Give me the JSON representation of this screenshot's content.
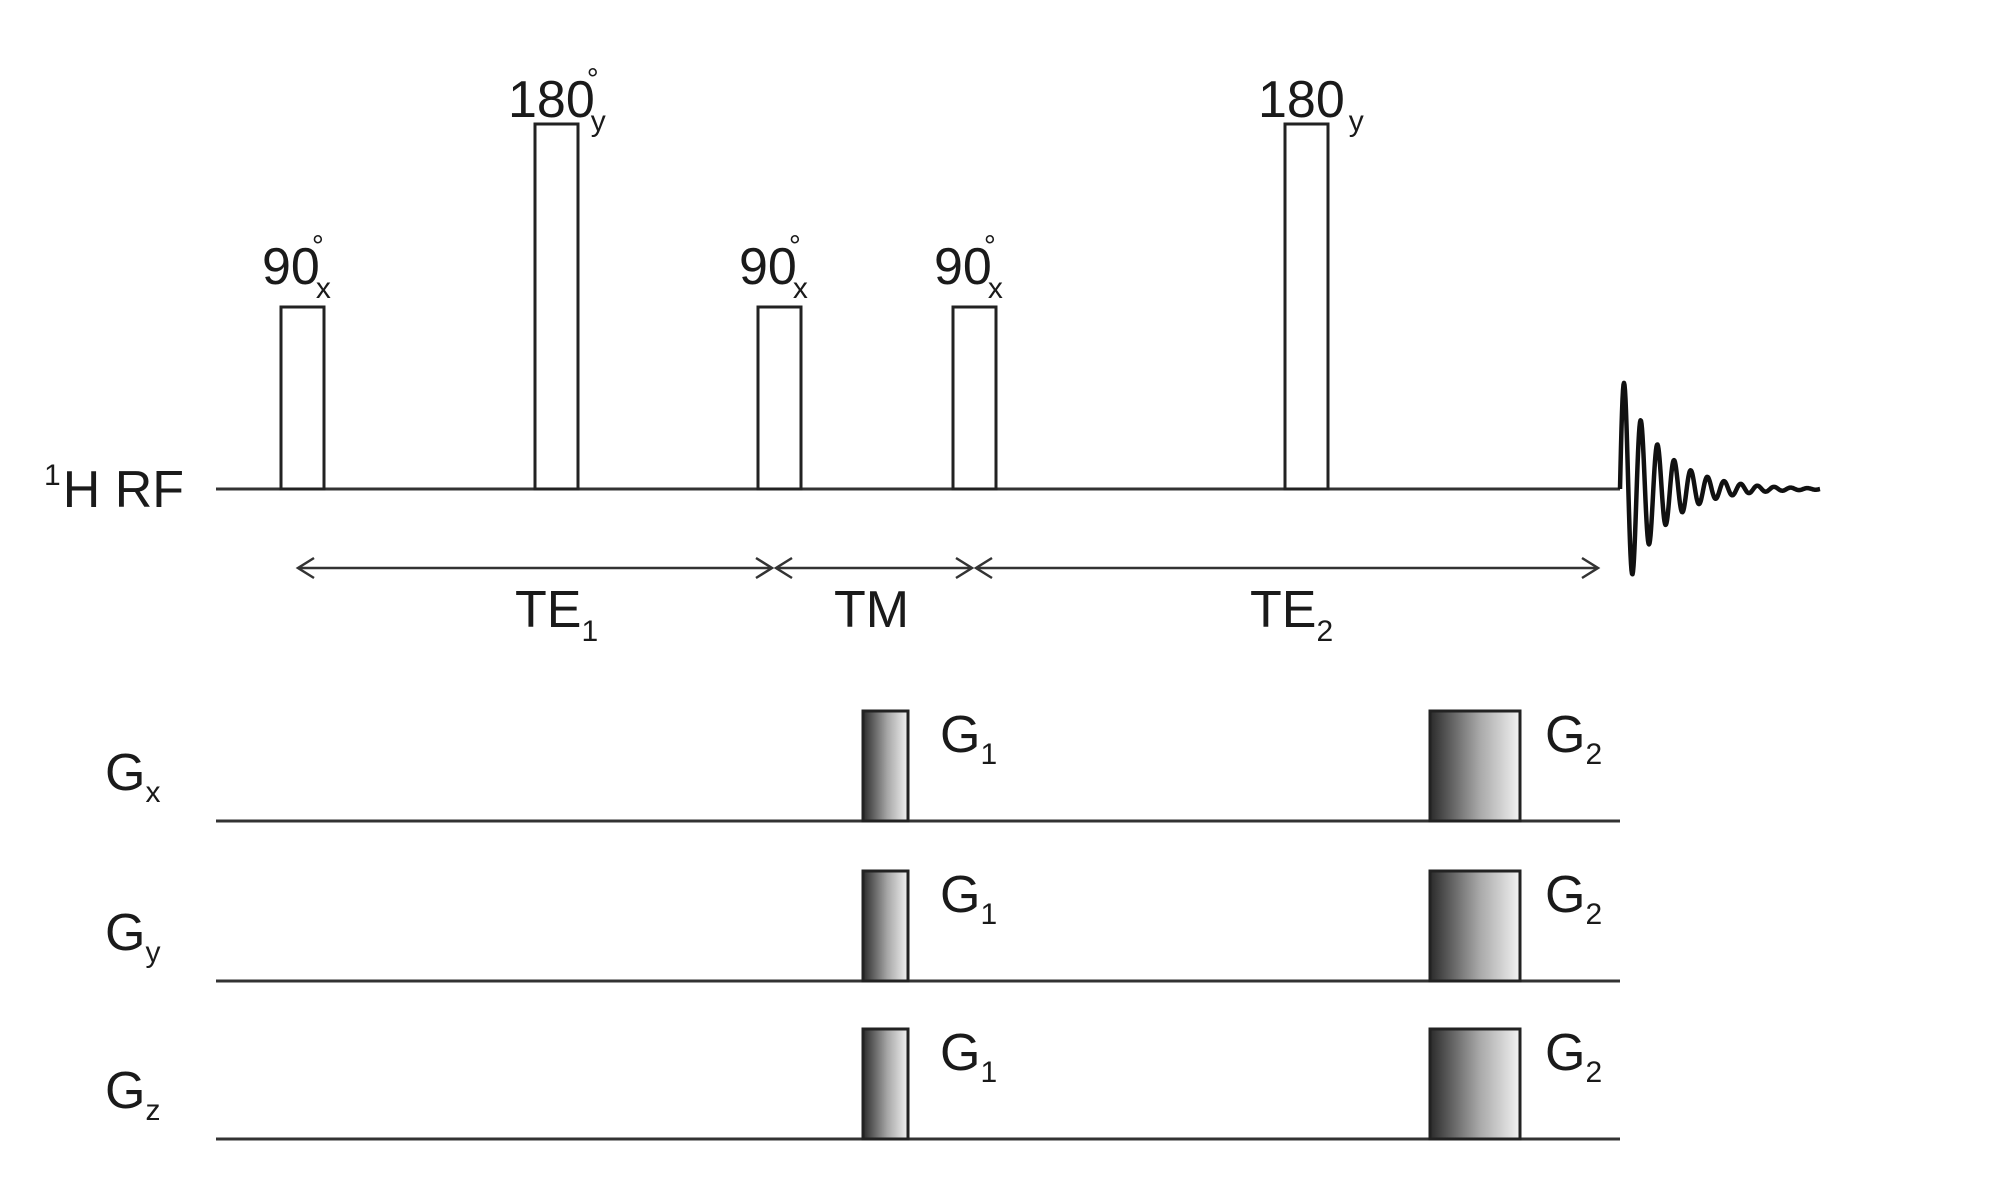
{
  "rf_channel": {
    "label_sup": "1",
    "label_main": "H RF"
  },
  "pulses": [
    {
      "id": "p1",
      "angle": "90",
      "deg": "°",
      "phase": "x"
    },
    {
      "id": "p2",
      "angle": "180",
      "deg": "°",
      "phase": "y"
    },
    {
      "id": "p3",
      "angle": "90",
      "deg": "°",
      "phase": "x"
    },
    {
      "id": "p4",
      "angle": "90",
      "deg": "°",
      "phase": "x"
    },
    {
      "id": "p5",
      "angle": "180",
      "deg": "",
      "phase": "y"
    }
  ],
  "intervals": [
    {
      "id": "te1",
      "main": "TE",
      "sub": "1"
    },
    {
      "id": "tm",
      "main": "TM",
      "sub": ""
    },
    {
      "id": "te2",
      "main": "TE",
      "sub": "2"
    }
  ],
  "gradient_channels": [
    {
      "id": "gx",
      "main": "G",
      "sub": "x",
      "g1": {
        "main": "G",
        "sub": "1"
      },
      "g2": {
        "main": "G",
        "sub": "2"
      }
    },
    {
      "id": "gy",
      "main": "G",
      "sub": "y",
      "g1": {
        "main": "G",
        "sub": "1"
      },
      "g2": {
        "main": "G",
        "sub": "2"
      }
    },
    {
      "id": "gz",
      "main": "G",
      "sub": "z",
      "g1": {
        "main": "G",
        "sub": "1"
      },
      "g2": {
        "main": "G",
        "sub": "2"
      }
    }
  ],
  "colors": {
    "line": "#333333",
    "gradient_dark": "#2b2b2b",
    "gradient_light": "#f2f2f2"
  }
}
